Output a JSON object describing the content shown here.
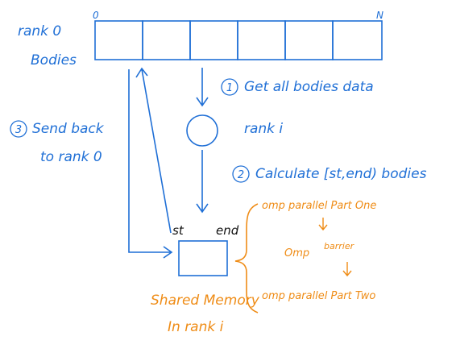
{
  "colors": {
    "blue": "#1f6fd6",
    "orange": "#ef8c16",
    "black": "#111111"
  },
  "rank0": {
    "title": "rank 0",
    "subtitle": "Bodies",
    "index_start": "0",
    "index_end": "N",
    "cell_count": 6
  },
  "steps": {
    "one": {
      "number": "1",
      "text": "Get all bodies data"
    },
    "two": {
      "number": "2",
      "text": "Calculate [st,end) bodies"
    },
    "three": {
      "number": "3",
      "line1": "Send back",
      "line2": "to rank 0"
    }
  },
  "rank_i": {
    "label": "rank i"
  },
  "shared": {
    "st_label": "st",
    "end_label": "end",
    "line1": "Shared Memory",
    "line2": "In rank i"
  },
  "omp": {
    "part_one": "omp parallel Part One",
    "barrier_word1": "Omp",
    "barrier_word2": "barrier",
    "part_two": "omp parallel Part Two"
  }
}
